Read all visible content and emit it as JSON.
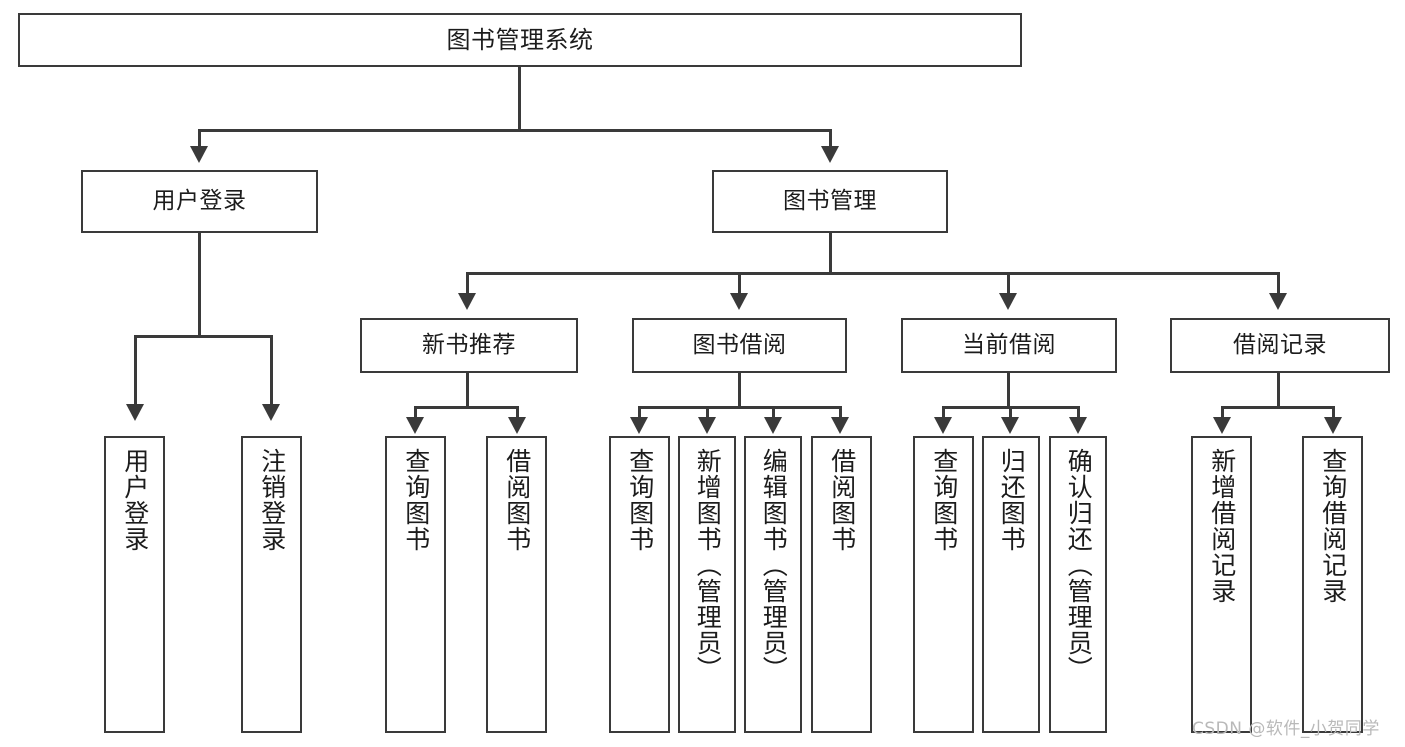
{
  "diagram": {
    "title": "图书管理系统",
    "type": "hierarchy-tree",
    "watermark": "CSDN @软件_小贺同学",
    "colors": {
      "stroke": "#3a3a3a",
      "fill": "#ffffff",
      "text": "#1c1c1c",
      "watermark": "#b9b9b9"
    },
    "nodes": {
      "root": {
        "label": "图书管理系统"
      },
      "level2": [
        {
          "id": "user-login",
          "label": "用户登录"
        },
        {
          "id": "book-manage",
          "label": "图书管理"
        }
      ],
      "level3": [
        {
          "id": "new-book-rec",
          "label": "新书推荐"
        },
        {
          "id": "book-borrow",
          "label": "图书借阅"
        },
        {
          "id": "current-borrow",
          "label": "当前借阅"
        },
        {
          "id": "borrow-record",
          "label": "借阅记录"
        }
      ],
      "leaves": {
        "user-login": [
          {
            "id": "leaf-user-login",
            "label": "用户登录"
          },
          {
            "id": "leaf-logout",
            "label": "注销登录"
          }
        ],
        "new-book-rec": [
          {
            "id": "leaf-query-book-1",
            "label": "查询图书"
          },
          {
            "id": "leaf-borrow-book-1",
            "label": "借阅图书"
          }
        ],
        "book-borrow": [
          {
            "id": "leaf-query-book-2",
            "label": "查询图书"
          },
          {
            "id": "leaf-add-book",
            "label": "新增图书（管理员）"
          },
          {
            "id": "leaf-edit-book",
            "label": "编辑图书（管理员）"
          },
          {
            "id": "leaf-borrow-book-2",
            "label": "借阅图书"
          }
        ],
        "current-borrow": [
          {
            "id": "leaf-query-book-3",
            "label": "查询图书"
          },
          {
            "id": "leaf-return-book",
            "label": "归还图书"
          },
          {
            "id": "leaf-confirm-return",
            "label": "确认归还（管理员）"
          }
        ],
        "borrow-record": [
          {
            "id": "leaf-add-record",
            "label": "新增借阅记录"
          },
          {
            "id": "leaf-query-record",
            "label": "查询借阅记录"
          }
        ]
      }
    }
  }
}
